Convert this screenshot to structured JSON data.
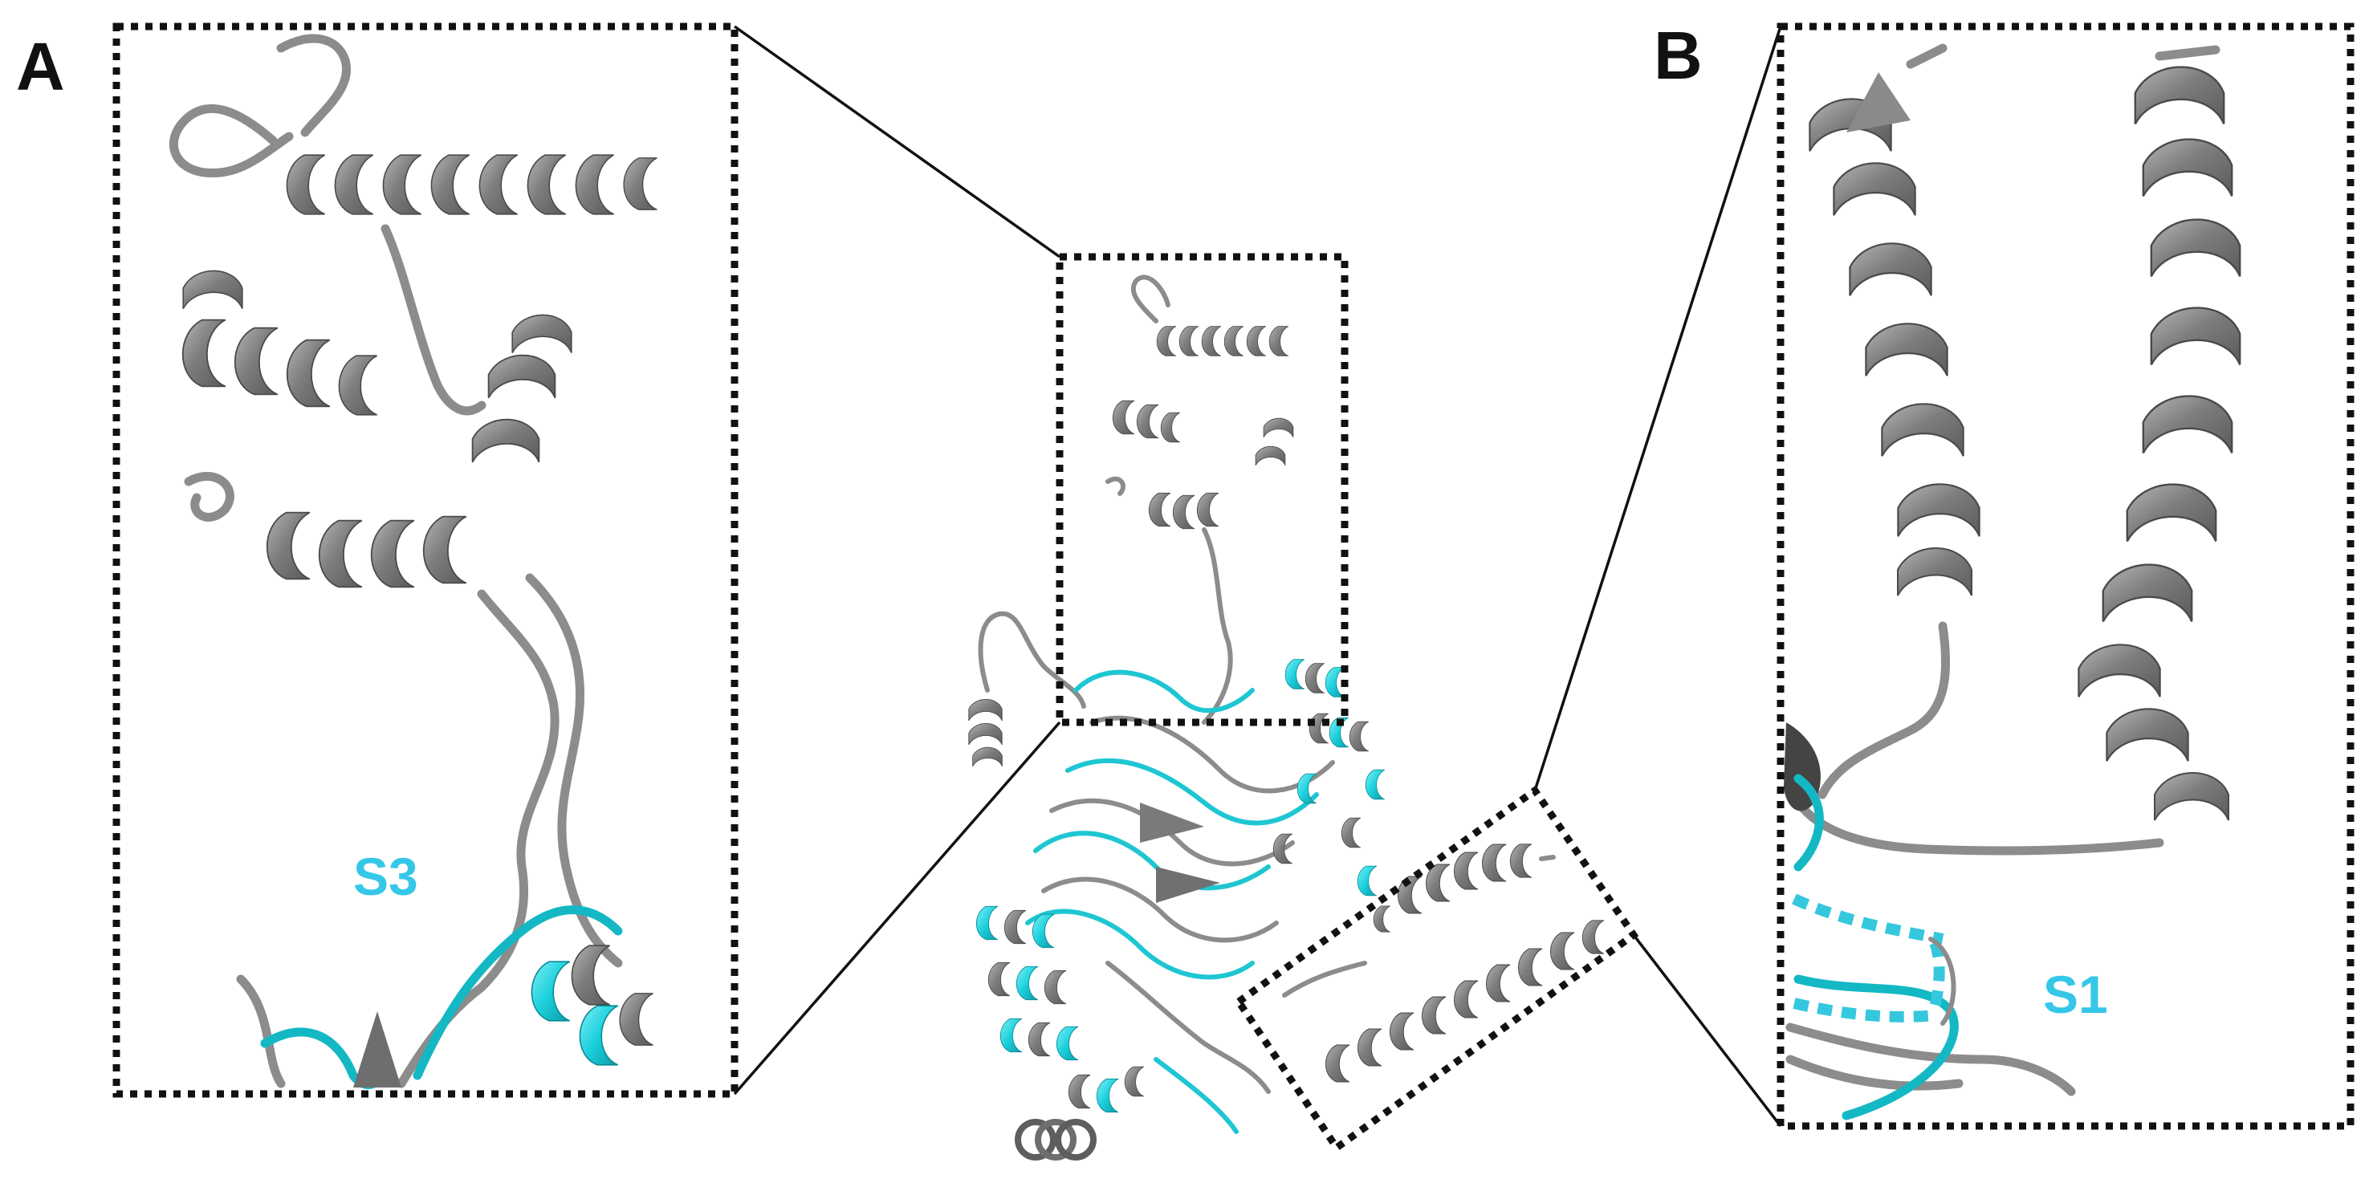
{
  "panels": {
    "a": {
      "letter": "A",
      "label": "S3"
    },
    "b": {
      "letter": "B",
      "label": "S1"
    }
  },
  "colors": {
    "reference_structure": "#7a7a7a",
    "aligned_structure": "#14c3d2",
    "label_color": "#35c7e8",
    "frame": "#111111"
  }
}
